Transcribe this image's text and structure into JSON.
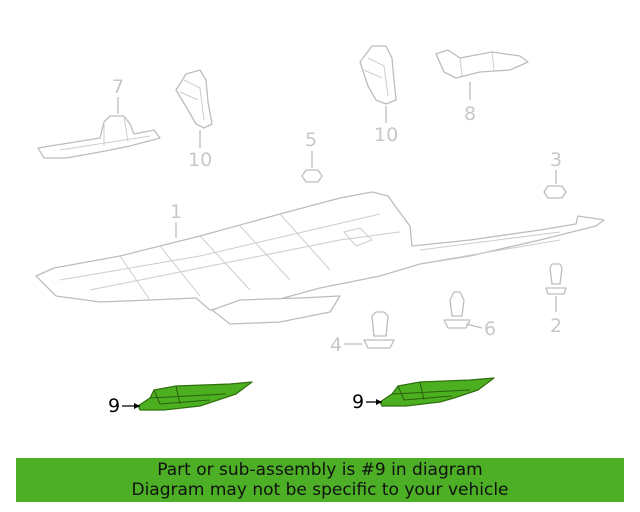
{
  "callouts": {
    "c1": "1",
    "c2": "2",
    "c3": "3",
    "c4": "4",
    "c5": "5",
    "c6": "6",
    "c7": "7",
    "c8": "8",
    "c10a": "10",
    "c10b": "10",
    "c9a": "9",
    "c9b": "9"
  },
  "highlight_color": "#4caf25",
  "banner": {
    "line1": "Part or sub-assembly is #9 in diagram",
    "line2": "Diagram may not be specific to your vehicle"
  }
}
